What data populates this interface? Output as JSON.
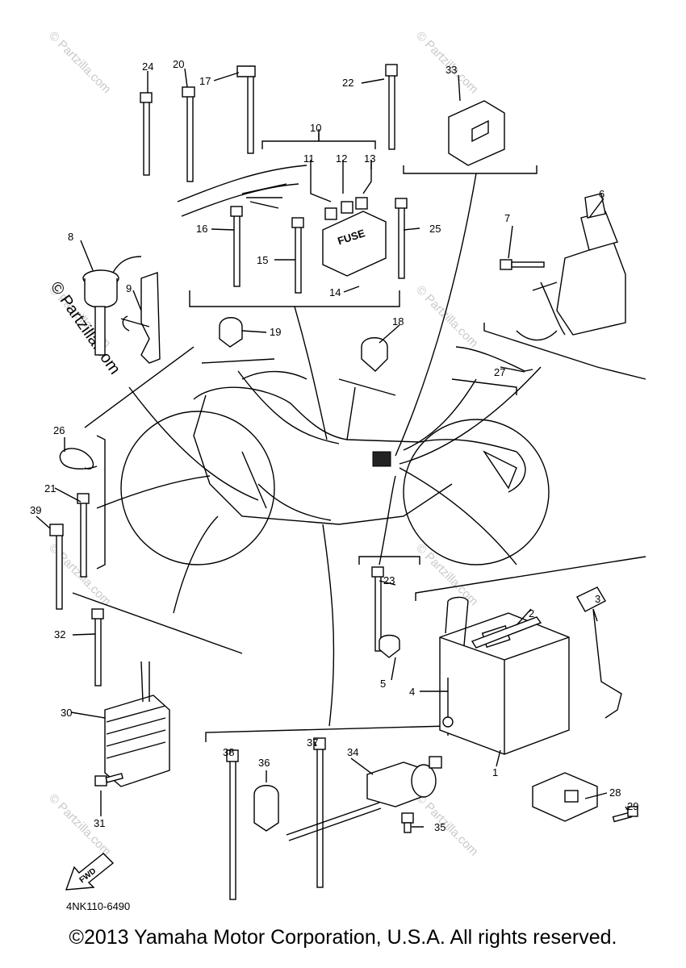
{
  "diagram": {
    "part_labels": [
      "1",
      "2",
      "3",
      "4",
      "5",
      "6",
      "7",
      "8",
      "9",
      "10",
      "11",
      "12",
      "13",
      "14",
      "15",
      "16",
      "17",
      "18",
      "19",
      "20",
      "21",
      "22",
      "23",
      "24",
      "25",
      "26",
      "27",
      "28",
      "29",
      "30",
      "31",
      "32",
      "33",
      "34",
      "35",
      "36",
      "37",
      "38",
      "39"
    ],
    "fuse_box_text": "FUSE",
    "fwd_arrow_text": "FWD",
    "drawing_number": "4NK110-6490",
    "watermark": "© Partzilla.com"
  },
  "footer": {
    "copyright": "©2013 Yamaha Motor Corporation, U.S.A. All rights reserved."
  }
}
